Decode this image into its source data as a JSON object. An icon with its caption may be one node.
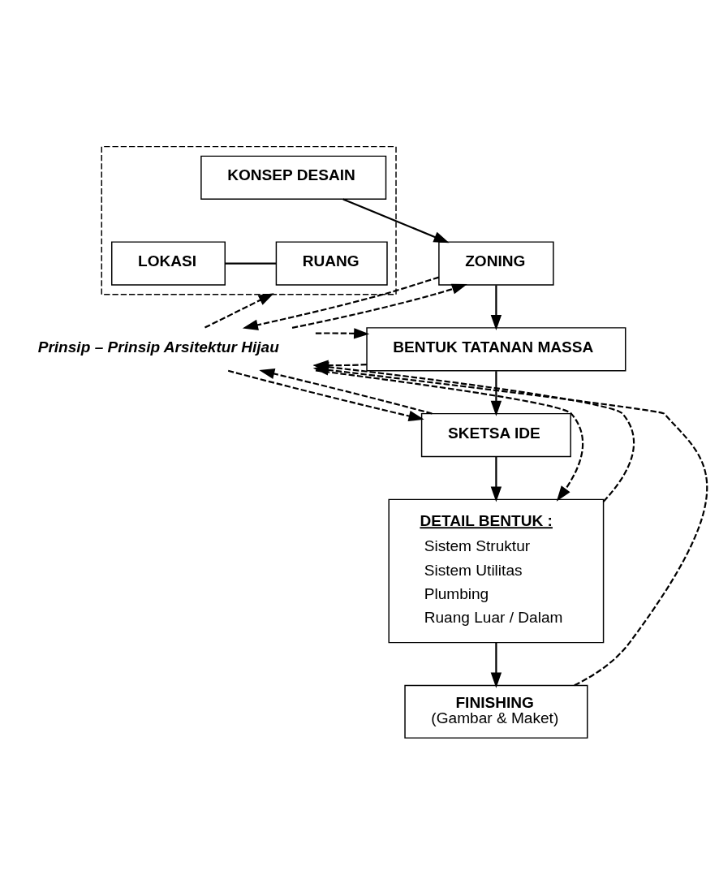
{
  "diagram": {
    "nodes": [
      {
        "text": [],
        "shape": "box"
      },
      {
        "text": [
          "KONSEP DESAIN"
        ],
        "in": 0
      },
      {
        "text": [
          "LOKASI"
        ],
        "in": 0
      },
      {
        "text": [
          "RUANG"
        ],
        "in": 0
      },
      {
        "text": [
          "ZONING"
        ]
      },
      {
        "text": [
          "BENTUK TATANAN MASSA"
        ]
      },
      {
        "text": [
          "SKETSA IDE"
        ]
      },
      {
        "text": [
          "DETAIL BENTUK :",
          "Sistem Struktur",
          "Sistem Utilitas",
          "Plumbing",
          "Ruang Luar / Dalam"
        ]
      },
      {
        "text": [
          "FINISHING",
          "(Gambar & Maket)"
        ]
      },
      {
        "text": [
          "Prinsip – Prinsip Arsitektur Hijau"
        ]
      }
    ],
    "edges": [
      {
        "from": 2,
        "to": 3,
        "arrow": "none"
      },
      {
        "from": 1,
        "to": 4,
        "arrow": "to"
      },
      {
        "from": 4,
        "to": 5,
        "arrow": "to"
      },
      {
        "from": 5,
        "to": 6,
        "arrow": "to"
      },
      {
        "from": 6,
        "to": 7,
        "arrow": "to"
      },
      {
        "from": 7,
        "to": 8,
        "arrow": "to"
      },
      {
        "from": 9,
        "to": 0,
        "arrow": "to",
        "style": "dashed"
      },
      {
        "from": 4,
        "to": 9,
        "arrow": "to",
        "style": "dashed"
      },
      {
        "from": 9,
        "to": 4,
        "arrow": "to",
        "style": "dashed"
      },
      {
        "from": 5,
        "to": 9,
        "arrow": "to",
        "style": "dashed"
      },
      {
        "from": 9,
        "to": 5,
        "arrow": "to",
        "style": "dashed"
      },
      {
        "from": 6,
        "to": 9,
        "arrow": "to",
        "style": "dashed"
      },
      {
        "from": 9,
        "to": 6,
        "arrow": "to",
        "style": "dashed"
      },
      {
        "from": 7,
        "to": 9,
        "arrow": "to",
        "style": "dashed"
      },
      {
        "from": 9,
        "to": 7,
        "arrow": "to",
        "style": "dashed"
      },
      {
        "from": 8,
        "to": 9,
        "arrow": "to",
        "style": "dashed"
      }
    ]
  }
}
